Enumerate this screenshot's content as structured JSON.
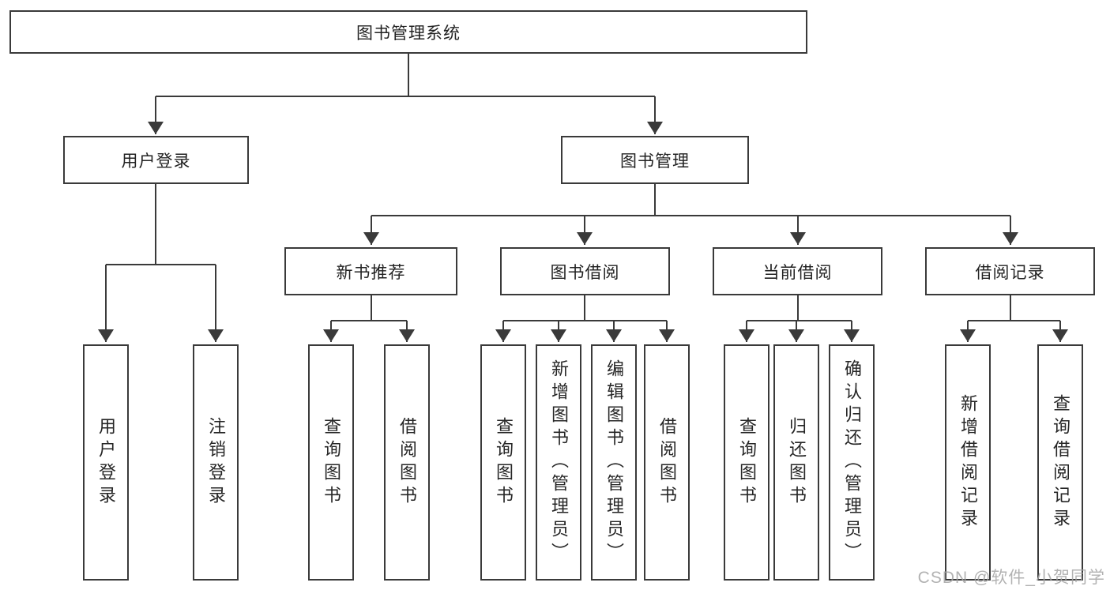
{
  "diagram": {
    "root": "图书管理系统",
    "branches": [
      {
        "label": "用户登录",
        "children": [
          {
            "label": "用户登录"
          },
          {
            "label": "注销登录"
          }
        ]
      },
      {
        "label": "图书管理",
        "children": [
          {
            "label": "新书推荐",
            "children": [
              {
                "label": "查询图书"
              },
              {
                "label": "借阅图书"
              }
            ]
          },
          {
            "label": "图书借阅",
            "children": [
              {
                "label": "查询图书"
              },
              {
                "label": "新增图书（管理员）"
              },
              {
                "label": "编辑图书（管理员）"
              },
              {
                "label": "借阅图书"
              }
            ]
          },
          {
            "label": "当前借阅",
            "children": [
              {
                "label": "查询图书"
              },
              {
                "label": "归还图书"
              },
              {
                "label": "确认归还（管理员）"
              }
            ]
          },
          {
            "label": "借阅记录",
            "children": [
              {
                "label": "新增借阅记录"
              },
              {
                "label": "查询借阅记录"
              }
            ]
          }
        ]
      }
    ]
  },
  "watermark": {
    "text": "CSDN @软件_小贺同学"
  },
  "colors": {
    "line": "#3a3a3a",
    "text": "#262626",
    "watermark": "#a5a5a5",
    "background": "#ffffff"
  }
}
